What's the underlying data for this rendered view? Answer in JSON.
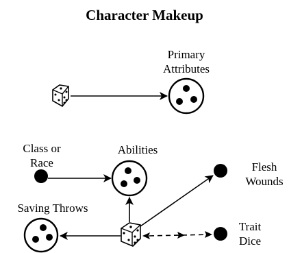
{
  "title": "Character Makeup",
  "labels": {
    "primary_line1": "Primary",
    "primary_line2": "Attributes",
    "class_line1": "Class or",
    "class_line2": "Race",
    "abilities": "Abilities",
    "flesh_line1": "Flesh",
    "flesh_line2": "Wounds",
    "saving": "Saving Throws",
    "trait_line1": "Trait",
    "trait_line2": "Dice"
  },
  "colors": {
    "ink": "#000000",
    "background": "#ffffff"
  }
}
